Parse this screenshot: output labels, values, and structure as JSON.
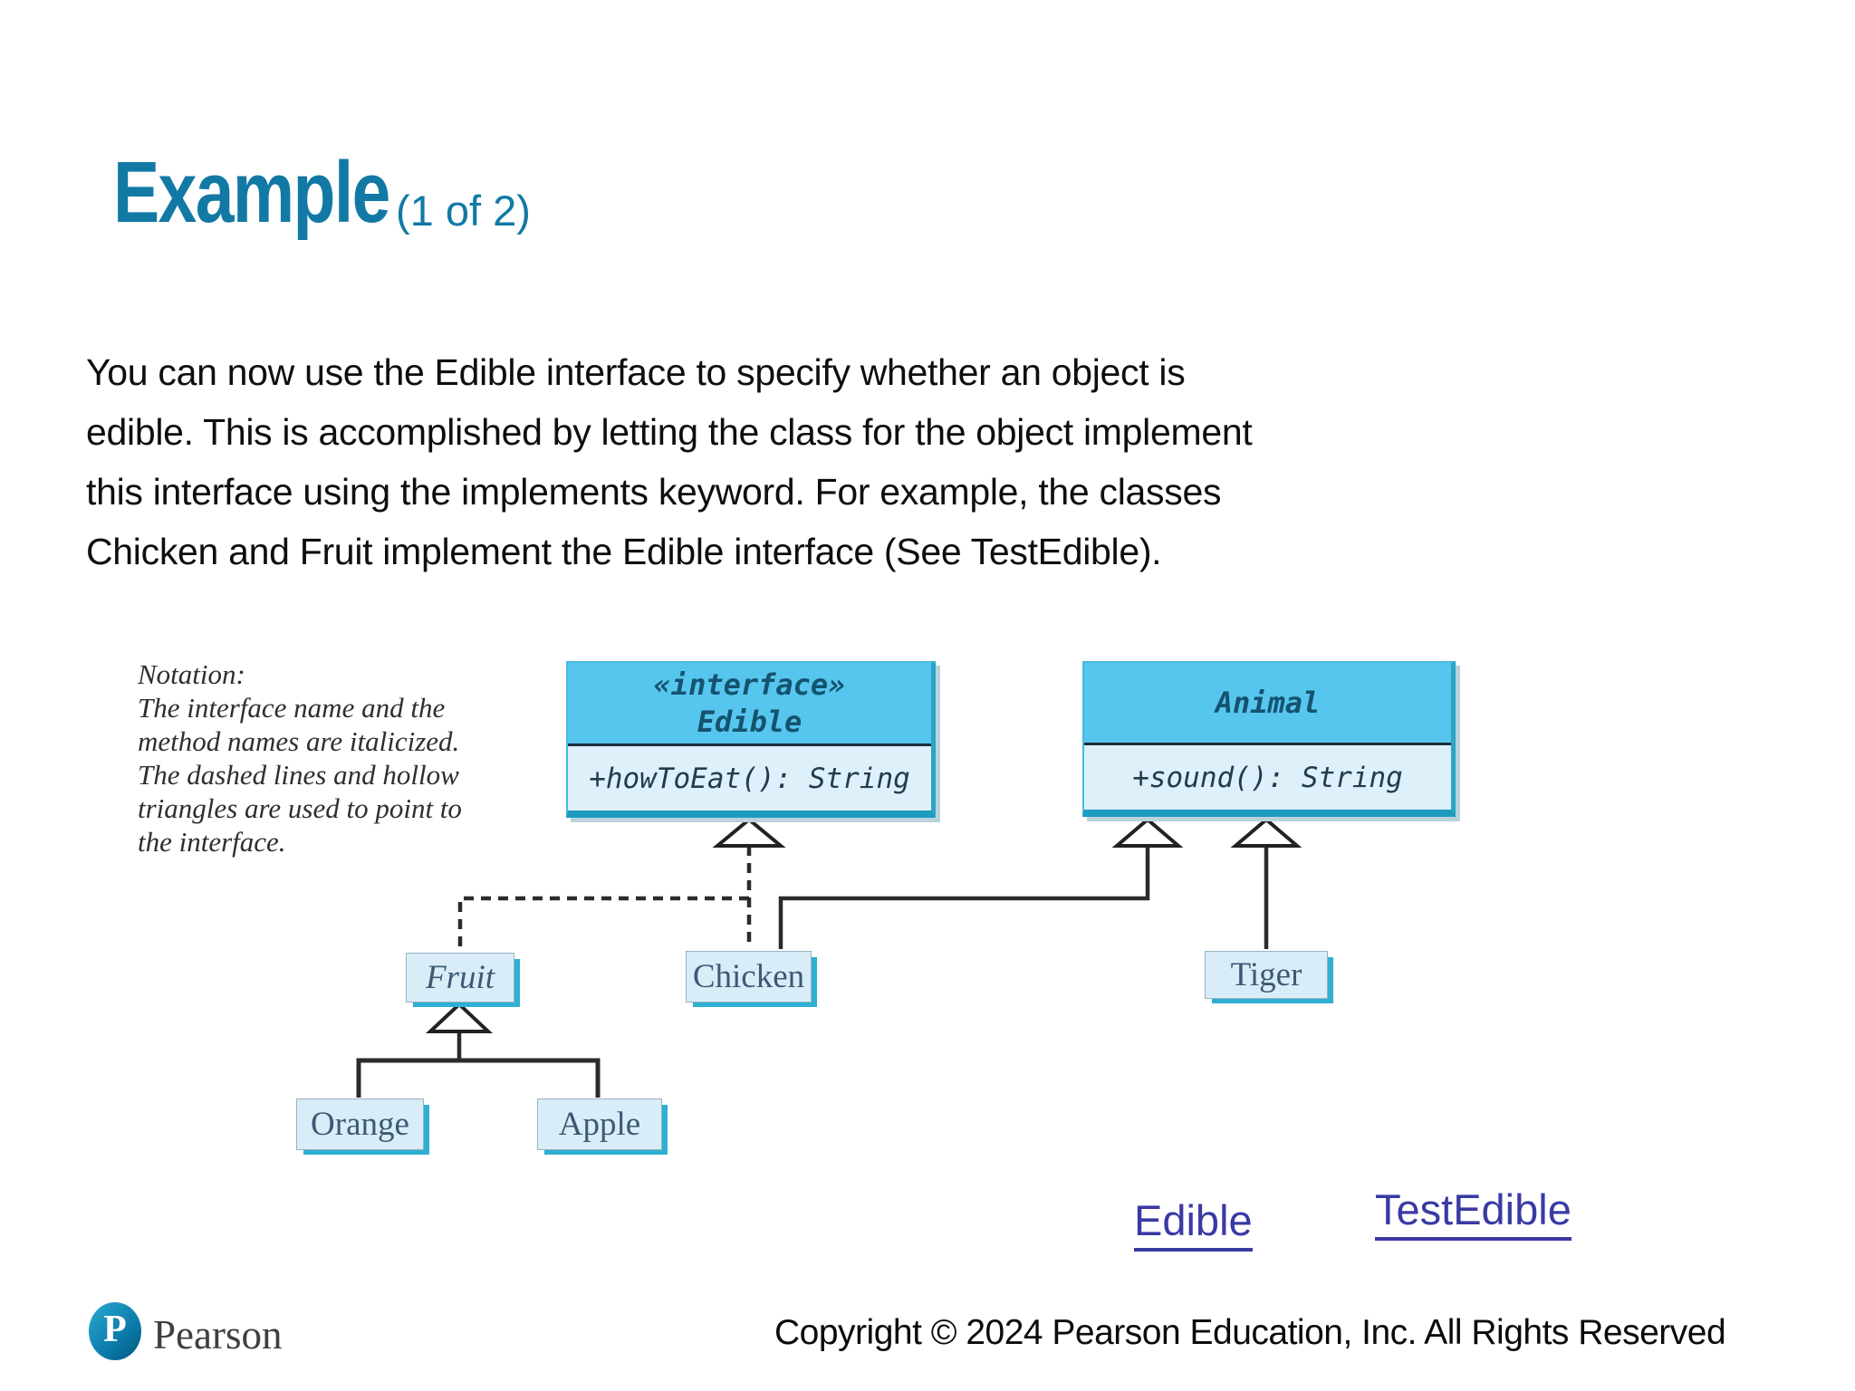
{
  "title": {
    "text": "Example",
    "suffix": "(1 of 2)"
  },
  "paragraph": {
    "lines": [
      "You can now use the Edible interface to specify whether an object is",
      "edible. This is accomplished by letting the class for the object implement",
      "this interface using the implements keyword. For example, the classes",
      "Chicken and Fruit implement the Edible interface (See TestEdible)."
    ]
  },
  "diagram": {
    "notation_lines": [
      "Notation:",
      "The interface name and the",
      "method names are italicized.",
      "The dashed lines and hollow",
      "triangles are used to point to",
      "the interface."
    ],
    "edible": {
      "stereotype": "«interface»",
      "name": "Edible",
      "method": "+howToEat(): String"
    },
    "animal": {
      "name": "Animal",
      "method": "+sound(): String"
    },
    "fruit": "Fruit",
    "chicken": "Chicken",
    "tiger": "Tiger",
    "orange": "Orange",
    "apple": "Apple"
  },
  "links": {
    "edible": "Edible",
    "test_edible": "TestEdible"
  },
  "footer": {
    "brand": "Pearson",
    "logo_letter": "P",
    "copyright": "Copyright © 2024 Pearson Education, Inc. All Rights Reserved"
  },
  "colors": {
    "title_teal": "#1279a5",
    "box_header_blue": "#57c6ee",
    "box_body_blue": "#def0fa",
    "small_box_blue": "#d9edf9",
    "shadow_teal": "#2fafd2",
    "link_indigo": "#3a3aa5"
  }
}
